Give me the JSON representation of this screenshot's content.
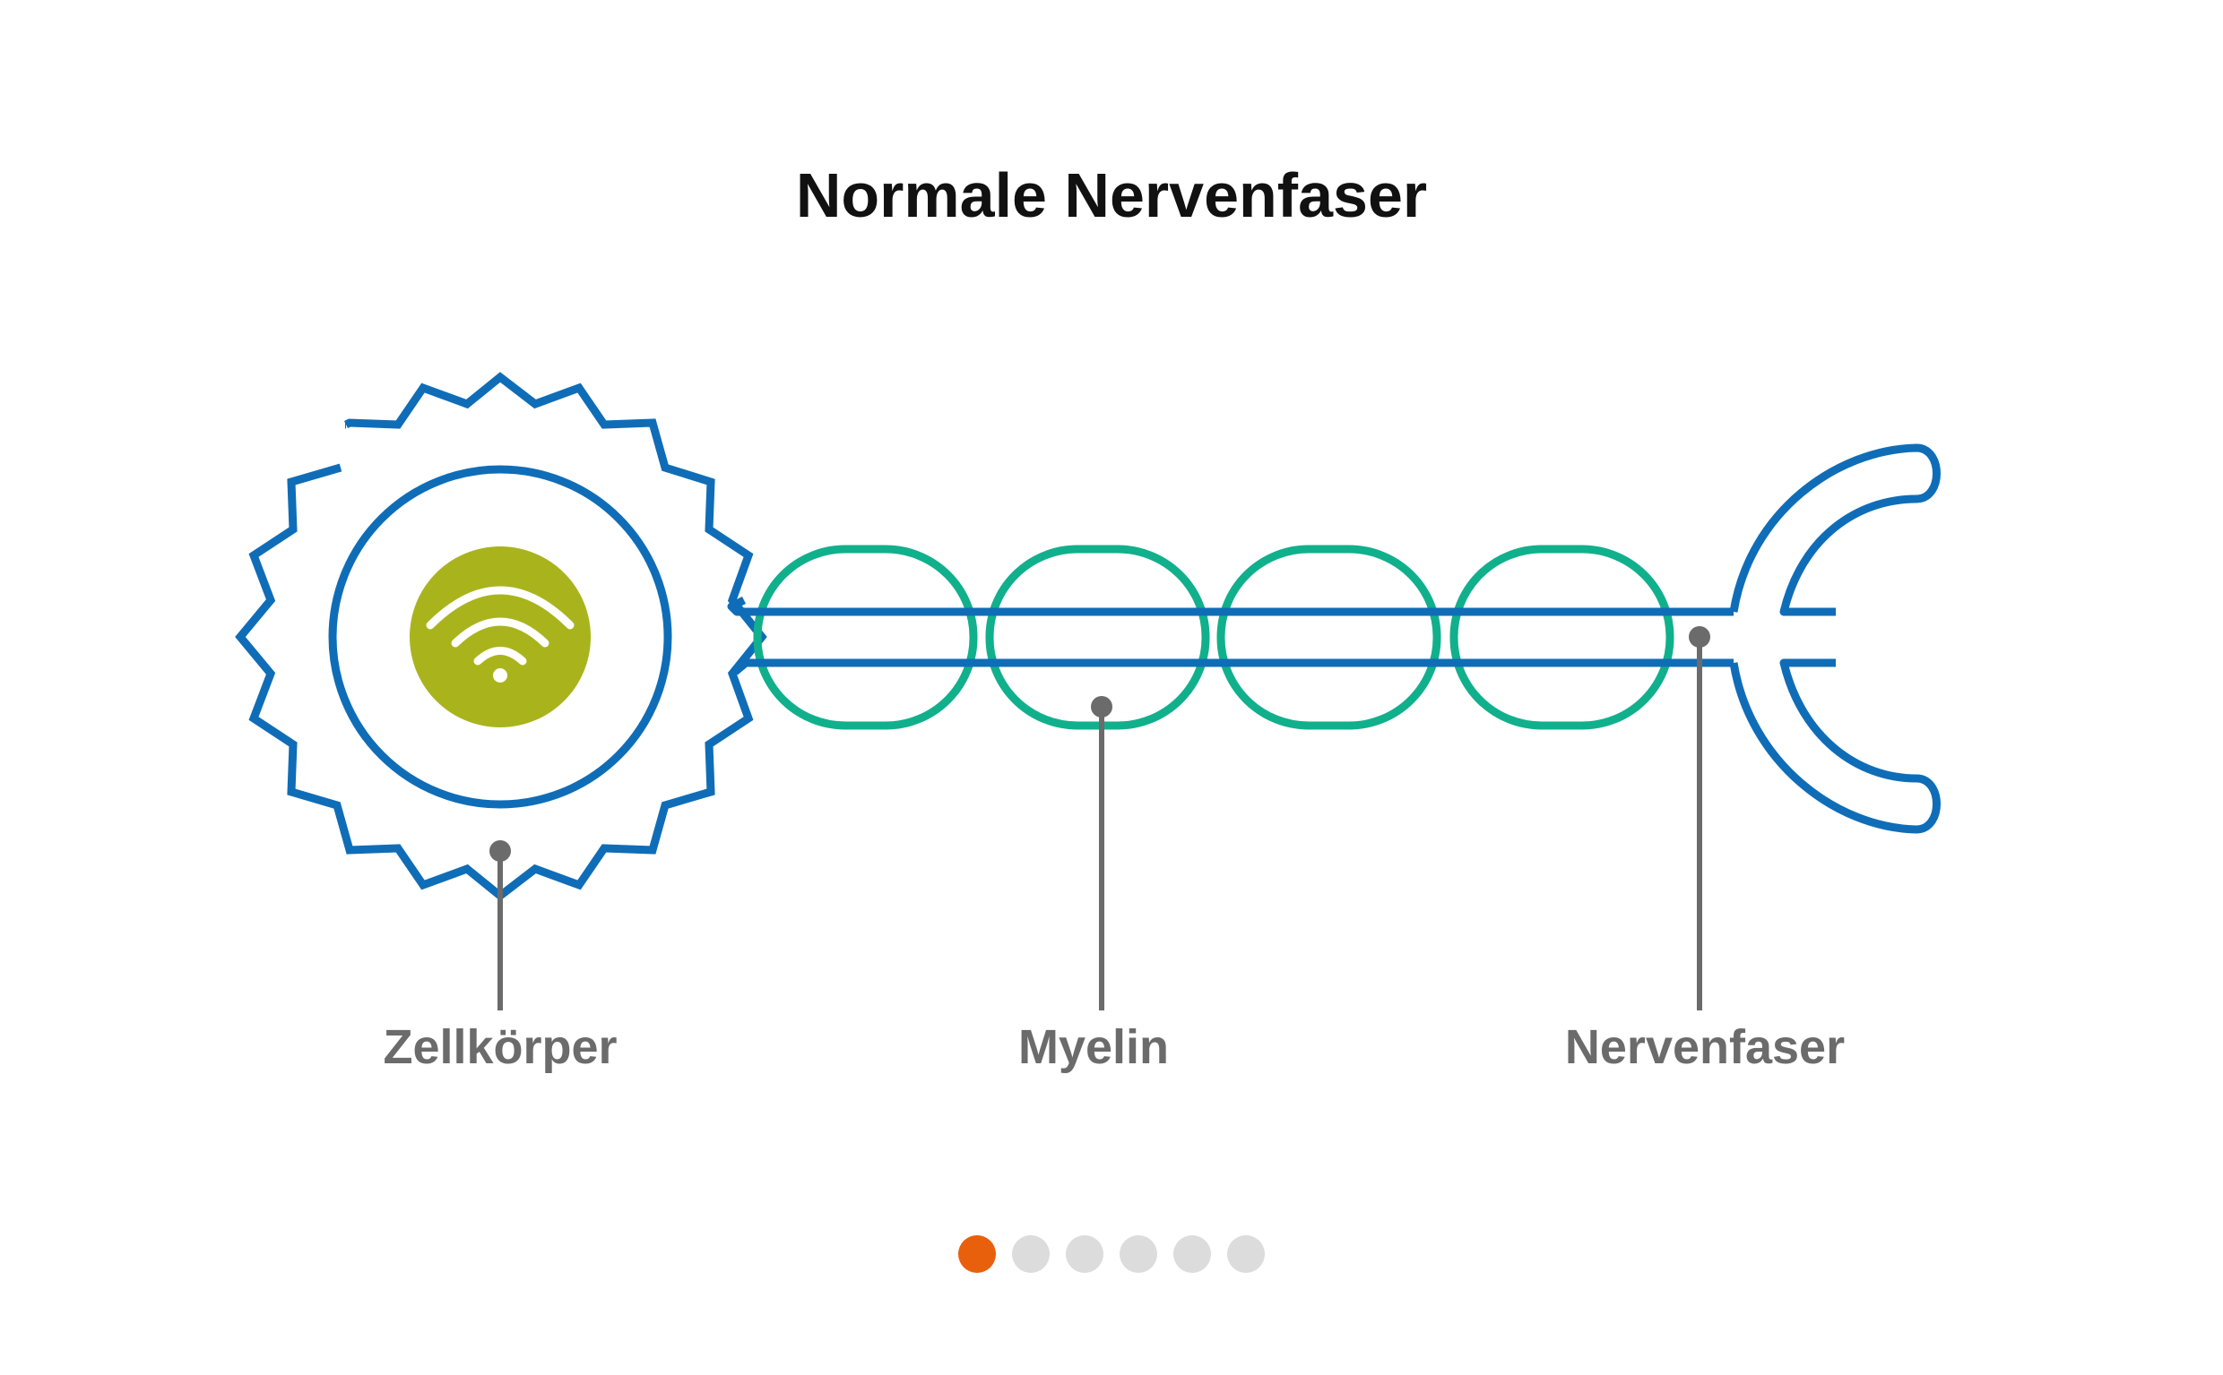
{
  "title": "Normale Nervenfaser",
  "labels": {
    "cell_body": "Zellkörper",
    "myelin": "Myelin",
    "nerve_fiber": "Nervenfaser"
  },
  "pagination": {
    "count": 6,
    "active_index": 0
  },
  "colors": {
    "neuron_outline": "#0f6db8",
    "myelin": "#11b08c",
    "nucleus": "#a9b41d",
    "callout": "#6b6b6b",
    "dot_active": "#e8600c",
    "dot_inactive": "#dcdcdc"
  }
}
